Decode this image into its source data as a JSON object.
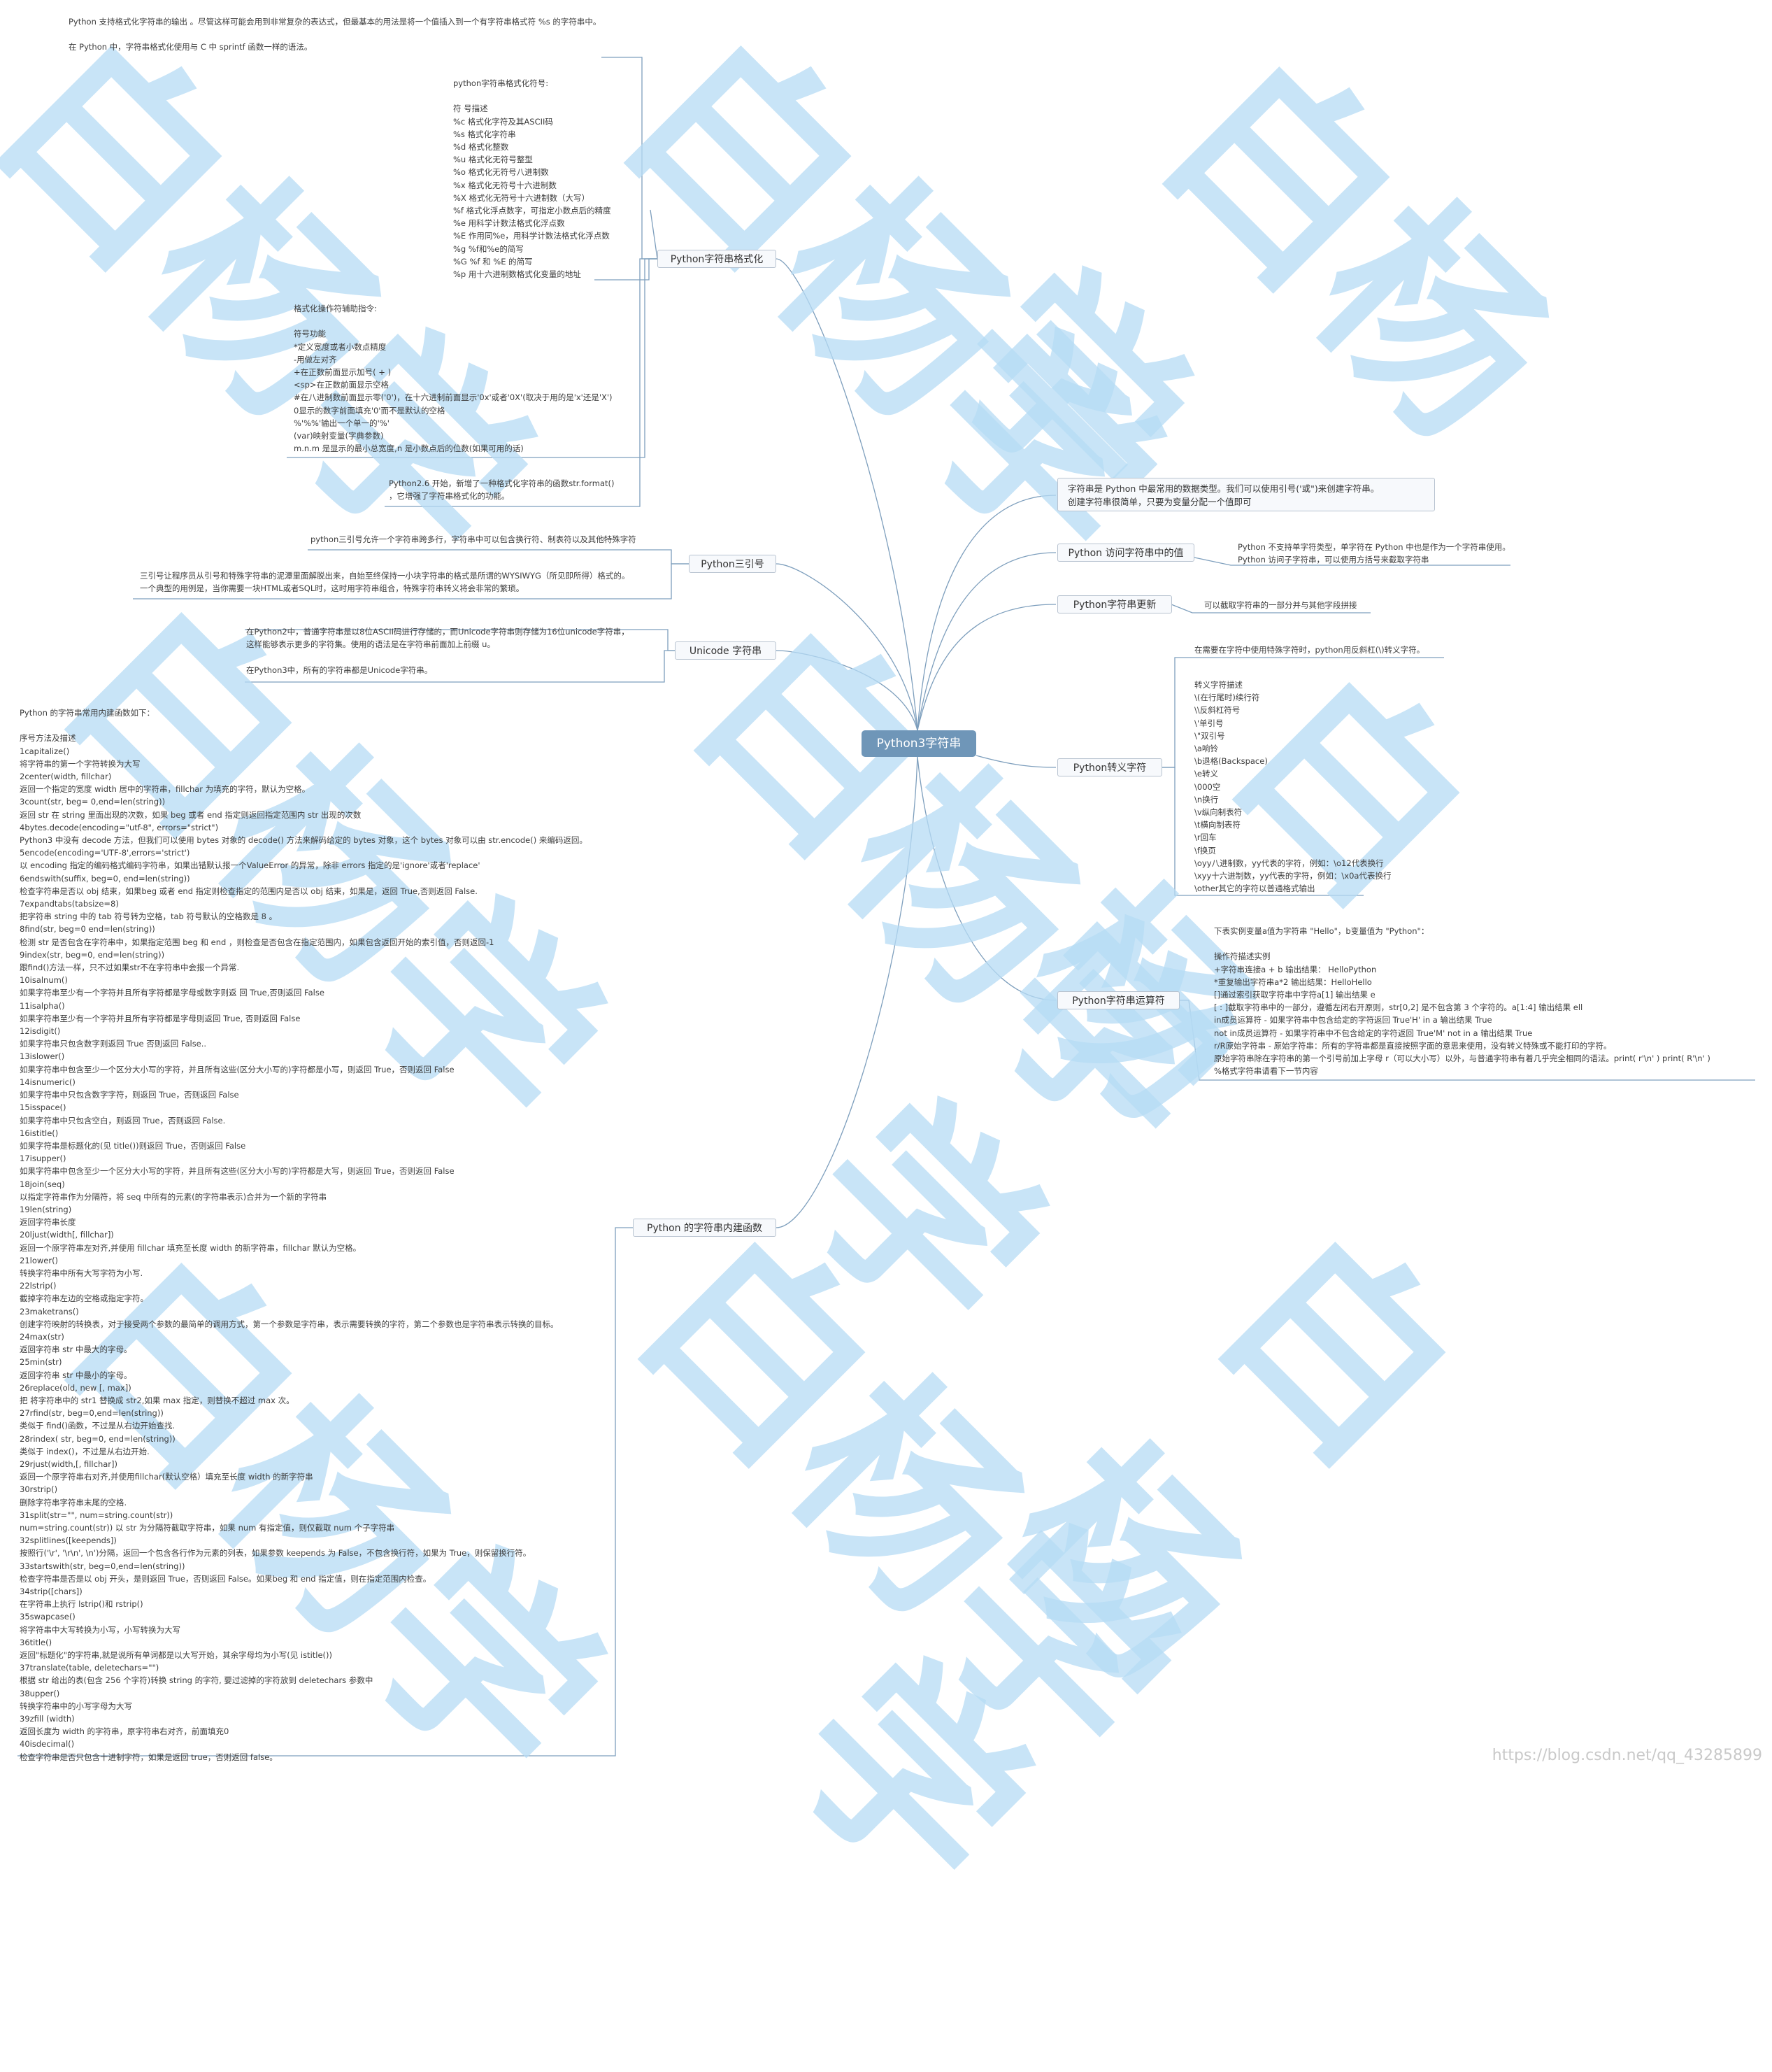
{
  "central": "Python3字符串",
  "topics": {
    "format": "Python字符串格式化",
    "triple": "Python三引号",
    "unicode": "Unicode 字符串",
    "builtin": "Python 的字符串内建函数",
    "intro": "字符串是 Python 中最常用的数据类型。我们可以使用引号('或\")来创建字符串。\n创建字符串很简单，只要为变量分配一个值即可",
    "access": "Python 访问字符串中的值",
    "update": "Python字符串更新",
    "escape": "Python转义字符",
    "ops": "Python字符串运算符"
  },
  "notes": {
    "format_intro": "Python 支持格式化字符串的输出 。尽管这样可能会用到非常复杂的表达式，但最基本的用法是将一个值插入到一个有字符串格式符 %s 的字符串中。\n\n在 Python 中，字符串格式化使用与 C 中 sprintf 函数一样的语法。",
    "format_symbols": "python字符串格式化符号:\n\n符 号描述\n%c 格式化字符及其ASCII码\n%s 格式化字符串\n%d 格式化整数\n%u 格式化无符号整型\n%o 格式化无符号八进制数\n%x 格式化无符号十六进制数\n%X 格式化无符号十六进制数（大写）\n%f 格式化浮点数字，可指定小数点后的精度\n%e 用科学计数法格式化浮点数\n%E 作用同%e，用科学计数法格式化浮点数\n%g %f和%e的简写\n%G %f 和 %E 的简写\n%p 用十六进制数格式化变量的地址",
    "format_aux": "格式化操作符辅助指令:\n\n符号功能\n*定义宽度或者小数点精度\n-用做左对齐\n+在正数前面显示加号( + )\n<sp>在正数前面显示空格\n#在八进制数前面显示零('0')，在十六进制前面显示'0x'或者'0X'(取决于用的是'x'还是'X')\n0显示的数字前面填充'0'而不是默认的空格\n%'%%'输出一个单一的'%'\n(var)映射变量(字典参数)\nm.n.m 是显示的最小总宽度,n 是小数点后的位数(如果可用的话)",
    "format_py26": "Python2.6 开始，新增了一种格式化字符串的函数str.format()\n，它增强了字符串格式化的功能。",
    "triple_1": "python三引号允许一个字符串跨多行，字符串中可以包含换行符、制表符以及其他特殊字符",
    "triple_2": "三引号让程序员从引号和特殊字符串的泥潭里面解脱出来，自始至终保持一小块字符串的格式是所谓的WYSIWYG（所见即所得）格式的。\n一个典型的用例是，当你需要一块HTML或者SQL时，这时用字符串组合，特殊字符串转义将会非常的繁琐。",
    "unicode": "在Python2中，普通字符串是以8位ASCII码进行存储的，而Unicode字符串则存储为16位unicode字符串，\n这样能够表示更多的字符集。使用的语法是在字符串前面加上前缀 u。\n\n在Python3中，所有的字符串都是Unicode字符串。",
    "builtin": "Python 的字符串常用内建函数如下：\n\n序号方法及描述\n1capitalize()\n将字符串的第一个字符转换为大写\n2center(width, fillchar)\n返回一个指定的宽度 width 居中的字符串，fillchar 为填充的字符，默认为空格。\n3count(str, beg= 0,end=len(string))\n返回 str 在 string 里面出现的次数，如果 beg 或者 end 指定则返回指定范围内 str 出现的次数\n4bytes.decode(encoding=\"utf-8\", errors=\"strict\")\nPython3 中没有 decode 方法，但我们可以使用 bytes 对象的 decode() 方法来解码给定的 bytes 对象，这个 bytes 对象可以由 str.encode() 来编码返回。\n5encode(encoding='UTF-8',errors='strict')\n以 encoding 指定的编码格式编码字符串，如果出错默认报一个ValueError 的异常，除非 errors 指定的是'ignore'或者'replace'\n6endswith(suffix, beg=0, end=len(string))\n检查字符串是否以 obj 结束，如果beg 或者 end 指定则检查指定的范围内是否以 obj 结束，如果是，返回 True,否则返回 False.\n7expandtabs(tabsize=8)\n把字符串 string 中的 tab 符号转为空格，tab 符号默认的空格数是 8 。\n8find(str, beg=0 end=len(string))\n检测 str 是否包含在字符串中，如果指定范围 beg 和 end ，则检查是否包含在指定范围内，如果包含返回开始的索引值，否则返回-1\n9index(str, beg=0, end=len(string))\n跟find()方法一样，只不过如果str不在字符串中会报一个异常.\n10isalnum()\n如果字符串至少有一个字符并且所有字符都是字母或数字则返 回 True,否则返回 False\n11isalpha()\n如果字符串至少有一个字符并且所有字符都是字母则返回 True, 否则返回 False\n12isdigit()\n如果字符串只包含数字则返回 True 否则返回 False..\n13islower()\n如果字符串中包含至少一个区分大小写的字符，并且所有这些(区分大小写的)字符都是小写，则返回 True，否则返回 False\n14isnumeric()\n如果字符串中只包含数字字符，则返回 True，否则返回 False\n15isspace()\n如果字符串中只包含空白，则返回 True，否则返回 False.\n16istitle()\n如果字符串是标题化的(见 title())则返回 True，否则返回 False\n17isupper()\n如果字符串中包含至少一个区分大小写的字符，并且所有这些(区分大小写的)字符都是大写，则返回 True，否则返回 False\n18join(seq)\n以指定字符串作为分隔符，将 seq 中所有的元素(的字符串表示)合并为一个新的字符串\n19len(string)\n返回字符串长度\n20ljust(width[, fillchar])\n返回一个原字符串左对齐,并使用 fillchar 填充至长度 width 的新字符串，fillchar 默认为空格。\n21lower()\n转换字符串中所有大写字符为小写.\n22lstrip()\n截掉字符串左边的空格或指定字符。\n23maketrans()\n创建字符映射的转换表，对于接受两个参数的最简单的调用方式，第一个参数是字符串，表示需要转换的字符，第二个参数也是字符串表示转换的目标。\n24max(str)\n返回字符串 str 中最大的字母。\n25min(str)\n返回字符串 str 中最小的字母。\n26replace(old, new [, max])\n把 将字符串中的 str1 替换成 str2,如果 max 指定，则替换不超过 max 次。\n27rfind(str, beg=0,end=len(string))\n类似于 find()函数，不过是从右边开始查找.\n28rindex( str, beg=0, end=len(string))\n类似于 index()，不过是从右边开始.\n29rjust(width,[, fillchar])\n返回一个原字符串右对齐,并使用fillchar(默认空格）填充至长度 width 的新字符串\n30rstrip()\n删除字符串字符串末尾的空格.\n31split(str=\"\", num=string.count(str))\nnum=string.count(str)) 以 str 为分隔符截取字符串，如果 num 有指定值，则仅截取 num 个子字符串\n32splitlines([keepends])\n按照行('\\r', '\\r\\n', \\n')分隔，返回一个包含各行作为元素的列表，如果参数 keepends 为 False，不包含换行符，如果为 True，则保留换行符。\n33startswith(str, beg=0,end=len(string))\n检查字符串是否是以 obj 开头，是则返回 True，否则返回 False。如果beg 和 end 指定值，则在指定范围内检查。\n34strip([chars])\n在字符串上执行 lstrip()和 rstrip()\n35swapcase()\n将字符串中大写转换为小写，小写转换为大写\n36title()\n返回\"标题化\"的字符串,就是说所有单词都是以大写开始，其余字母均为小写(见 istitle())\n37translate(table, deletechars=\"\")\n根据 str 给出的表(包含 256 个字符)转换 string 的字符, 要过滤掉的字符放到 deletechars 参数中\n38upper()\n转换字符串中的小写字母为大写\n39zfill (width)\n返回长度为 width 的字符串，原字符串右对齐，前面填充0\n40isdecimal()\n检查字符串是否只包含十进制字符，如果是返回 true，否则返回 false。",
    "access": "Python 不支持单字符类型，单字符在 Python 中也是作为一个字符串使用。\nPython 访问子字符串，可以使用方括号来截取字符串",
    "update": "可以截取字符串的一部分并与其他字段拼接",
    "escape_1": "在需要在字符中使用特殊字符时，python用反斜杠(\\)转义字符。",
    "escape_2": "转义字符描述\n\\(在行尾时)续行符\n\\\\反斜杠符号\n\\'单引号\n\\\"双引号\n\\a响铃\n\\b退格(Backspace)\n\\e转义\n\\000空\n\\n换行\n\\v纵向制表符\n\\t横向制表符\n\\r回车\n\\f换页\n\\oyy八进制数，yy代表的字符，例如：\\o12代表换行\n\\xyy十六进制数，yy代表的字符，例如：\\x0a代表换行\n\\other其它的字符以普通格式输出",
    "ops": "下表实例变量a值为字符串 \"Hello\"，b变量值为 \"Python\"：\n\n操作符描述实例\n+字符串连接a + b 输出结果： HelloPython\n*重复输出字符串a*2 输出结果：HelloHello\n[]通过索引获取字符串中字符a[1] 输出结果 e\n[ : ]截取字符串中的一部分，遵循左闭右开原则，str[0,2] 是不包含第 3 个字符的。a[1:4] 输出结果 ell\nin成员运算符 - 如果字符串中包含给定的字符返回 True'H' in a 输出结果 True\nnot in成员运算符 - 如果字符串中不包含给定的字符返回 True'M' not in a 输出结果 True\nr/R原始字符串 - 原始字符串：所有的字符串都是直接按照字面的意思来使用，没有转义特殊或不能打印的字符。\n原始字符串除在字符串的第一个引号前加上字母 r（可以大小写）以外，与普通字符串有着几乎完全相同的语法。print( r'\\n' ) print( R'\\n' )\n%格式字符串请看下一节内容"
  },
  "watermark_text": "白杨学",
  "url_mark": "https://blog.csdn.net/qq_43285899",
  "colors": {
    "central": "#6f96b8",
    "line": "#7e9fbd",
    "watermark": "#b6dcf5"
  }
}
